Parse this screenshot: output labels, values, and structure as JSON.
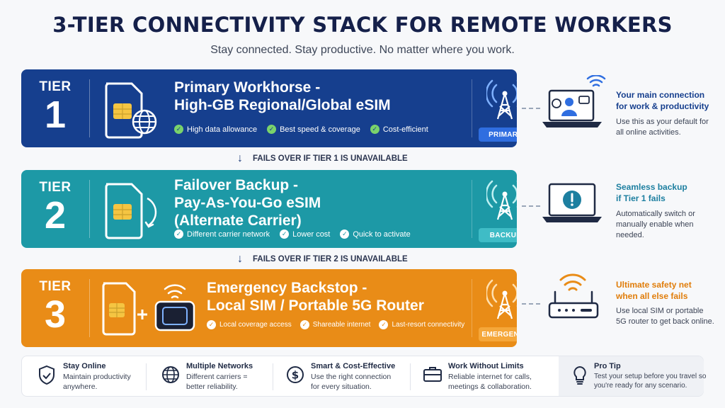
{
  "header": {
    "title": "3-TIER CONNECTIVITY STACK FOR REMOTE WORKERS",
    "subtitle": "Stay connected. Stay productive. No matter where you work."
  },
  "tiers": [
    {
      "label": "TIER",
      "number": "1",
      "heading_line1": "Primary Workhorse -",
      "heading_line2": "High-GB Regional/Global eSIM",
      "heading_line3": "",
      "features": [
        "High data allowance",
        "Best speed & coverage",
        "Cost-efficient"
      ],
      "badge": "PRIMARY",
      "side_title_line1": "Your main connection",
      "side_title_line2": "for work & productivity",
      "side_text": "Use this as your default for all online activities."
    },
    {
      "label": "TIER",
      "number": "2",
      "heading_line1": "Failover Backup -",
      "heading_line2": "Pay-As-You-Go eSIM",
      "heading_line3": "(Alternate Carrier)",
      "features": [
        "Different carrier network",
        "Lower cost",
        "Quick to activate"
      ],
      "badge": "BACKUP",
      "side_title_line1": "Seamless backup",
      "side_title_line2": "if Tier 1 fails",
      "side_text": "Automatically switch or manually enable when needed."
    },
    {
      "label": "TIER",
      "number": "3",
      "heading_line1": "Emergency Backstop -",
      "heading_line2": "Local SIM / Portable 5G Router",
      "heading_line3": "",
      "features": [
        "Local coverage access",
        "Shareable internet",
        "Last-resort connectivity"
      ],
      "badge": "EMERGENCY",
      "side_title_line1": "Ultimate safety net",
      "side_title_line2": "when all else fails",
      "side_text": "Use local SIM or portable 5G router to get back online."
    }
  ],
  "failovers": [
    "FAILS OVER IF TIER 1 IS UNAVAILABLE",
    "FAILS OVER IF TIER 2 IS UNAVAILABLE"
  ],
  "benefits": [
    {
      "title": "Stay Online",
      "text": "Maintain productivity anywhere.",
      "icon": "shield-check-icon"
    },
    {
      "title": "Multiple Networks",
      "text": "Different carriers = better reliability.",
      "icon": "globe-icon"
    },
    {
      "title": "Smart & Cost-Effective",
      "text": "Use the right connection for every situation.",
      "icon": "dollar-icon"
    },
    {
      "title": "Work Without Limits",
      "text": "Reliable internet for calls, meetings & collaboration.",
      "icon": "briefcase-icon"
    }
  ],
  "pro_tip": {
    "title": "Pro Tip",
    "text": "Test your setup before you travel so you're ready for any scenario.",
    "icon": "lightbulb-icon"
  },
  "colors": {
    "tier1": "#163f8e",
    "tier2": "#1d99a6",
    "tier3": "#e98c17",
    "tier1_side_title": "#163f8e",
    "tier2_side_title": "#1d7fa0",
    "tier3_side_title": "#e07d0a"
  }
}
